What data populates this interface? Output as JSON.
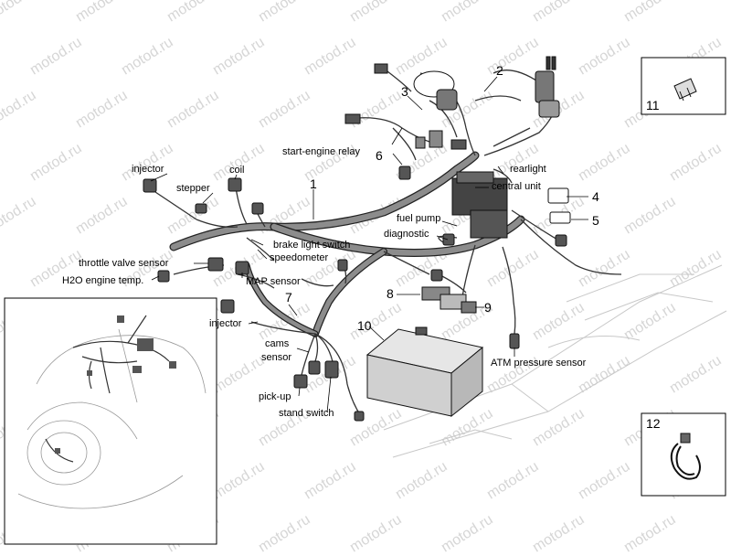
{
  "watermark": "motod.ru",
  "labels": {
    "injector_top": "injector",
    "stepper": "stepper",
    "coil": "coil",
    "start_engine_relay": "start-engine relay",
    "rearlight": "rearlight",
    "central_unit": "central unit",
    "fuel_pump": "fuel pump",
    "diagnostic": "diagnostic",
    "brake_light_switch": "brake light switch",
    "speedometer": "speedometer",
    "throttle_valve_sensor": "throttle valve sensor",
    "h2o_engine_temp": "H2O engine temp.",
    "map_sensor": "MAP sensor",
    "injector_bottom": "injector",
    "cams_sensor_line1": "cams",
    "cams_sensor_line2": "sensor",
    "pick_up": "pick-up",
    "stand_switch": "stand switch",
    "atm_pressure_sensor": "ATM pressure sensor"
  },
  "callouts": {
    "n1": "1",
    "n2": "2",
    "n3": "3",
    "n4": "4",
    "n5": "5",
    "n6": "6",
    "n7": "7",
    "n8": "8",
    "n9": "9",
    "n10": "10",
    "n11": "11",
    "n12": "12"
  }
}
